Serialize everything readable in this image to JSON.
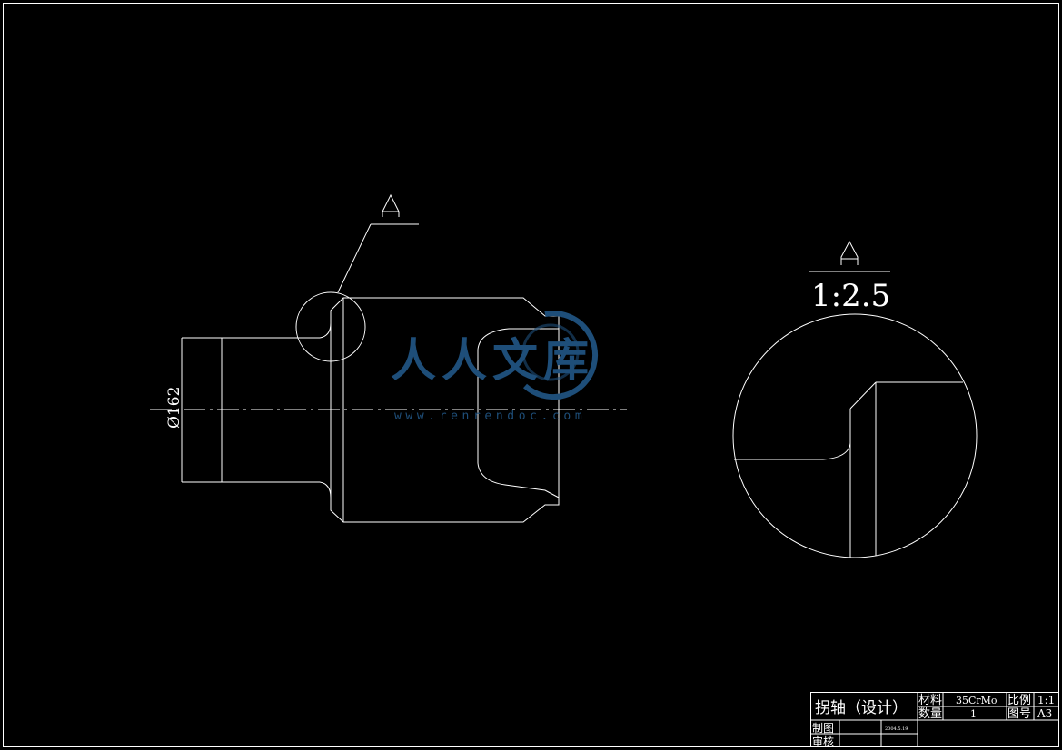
{
  "drawing": {
    "dimension_label": "Ø162",
    "section_marker": "A",
    "detail_marker": "A",
    "detail_scale": "1:2.5"
  },
  "title_block": {
    "part_name": "拐轴（设计）",
    "material_label": "材料",
    "material_value": "35CrMo",
    "scale_label": "比例",
    "scale_value": "1:1",
    "quantity_label": "数量",
    "quantity_value": "1",
    "drawing_no_label": "图号",
    "drawing_no_value": "A3",
    "drawn_label": "制图",
    "drawn_date": "2004.5.19",
    "checked_label": "审核"
  },
  "watermark": {
    "icon": "renrendoc-logo-icon",
    "text": "人人文库",
    "url": "www.renrendoc.com",
    "color": "#1e4e79"
  }
}
